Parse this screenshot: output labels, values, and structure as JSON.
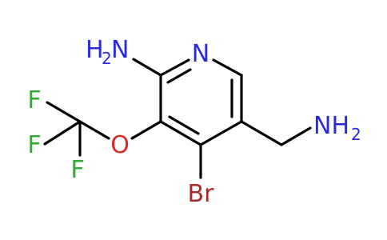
{
  "molecule": {
    "atoms": {
      "n_ring": {
        "symbol": "N",
        "color": "#2a2ad9"
      },
      "nh2_left": {
        "symbol": "H",
        "subscript": "2",
        "suffix": "N",
        "color": "#2a2ad9"
      },
      "nh2_right": {
        "symbol": "NH",
        "subscript": "2",
        "color": "#2a2ad9"
      },
      "oxygen": {
        "symbol": "O",
        "color": "#d92a2a"
      },
      "bromine": {
        "symbol": "Br",
        "color": "#a52a2a"
      },
      "fluorine_top": {
        "symbol": "F",
        "color": "#33aa33"
      },
      "fluorine_mid": {
        "symbol": "F",
        "color": "#33aa33"
      },
      "fluorine_bottom": {
        "symbol": "F",
        "color": "#33aa33"
      }
    },
    "bond_color": "#000000"
  }
}
